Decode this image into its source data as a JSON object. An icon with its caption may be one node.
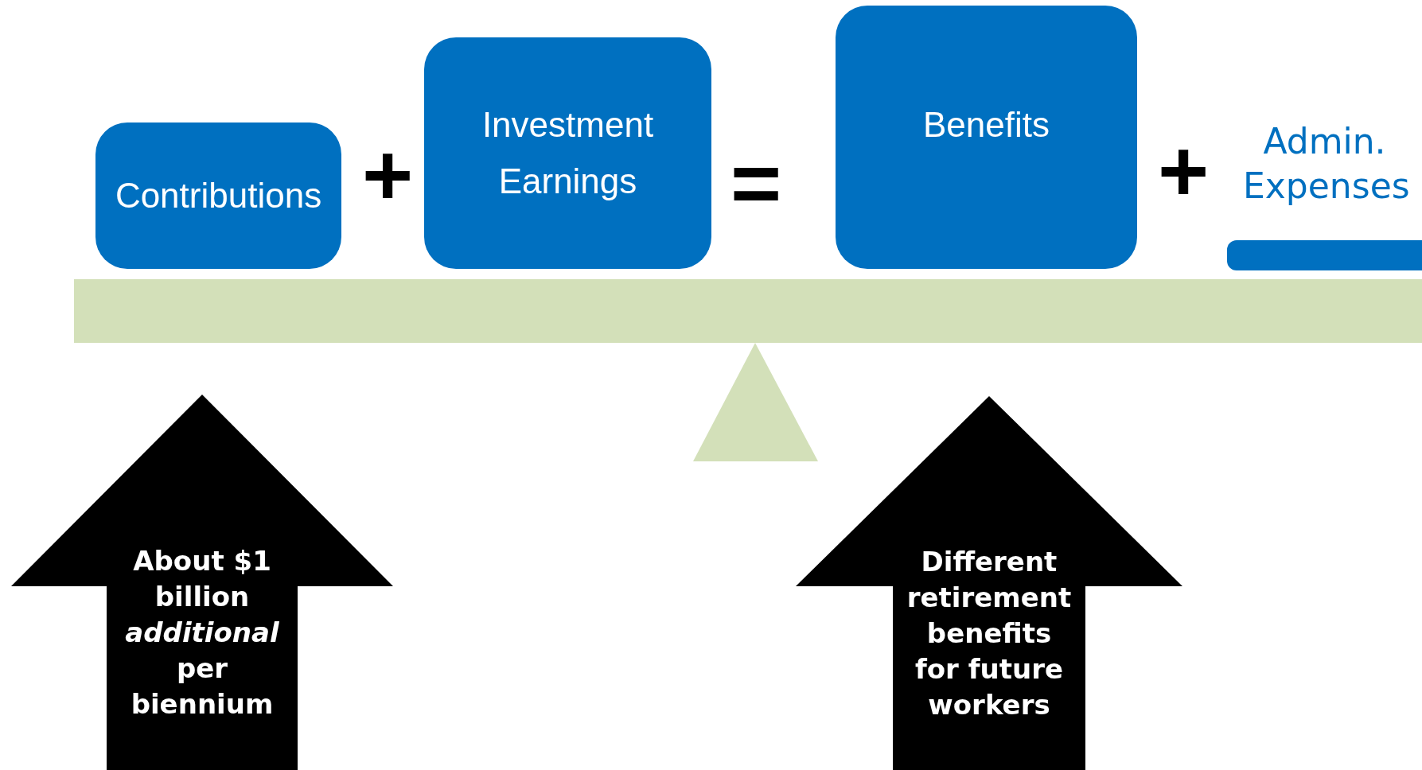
{
  "diagram": {
    "nodes": [
      {
        "text": [
          "Contributions"
        ]
      },
      {
        "text": [
          "Investment Earnings"
        ]
      },
      {
        "text": [
          "Benefits"
        ]
      },
      {
        "text": [],
        "shape": "bar",
        "beside": [
          "Admin. Expenses"
        ]
      },
      {
        "text": [
          "About $1 billion *additional* per biennium"
        ]
      },
      {
        "text": [
          "Different retirement benefits for future workers"
        ]
      }
    ],
    "edges": [],
    "labels": [
      "+",
      "=",
      "+"
    ]
  }
}
